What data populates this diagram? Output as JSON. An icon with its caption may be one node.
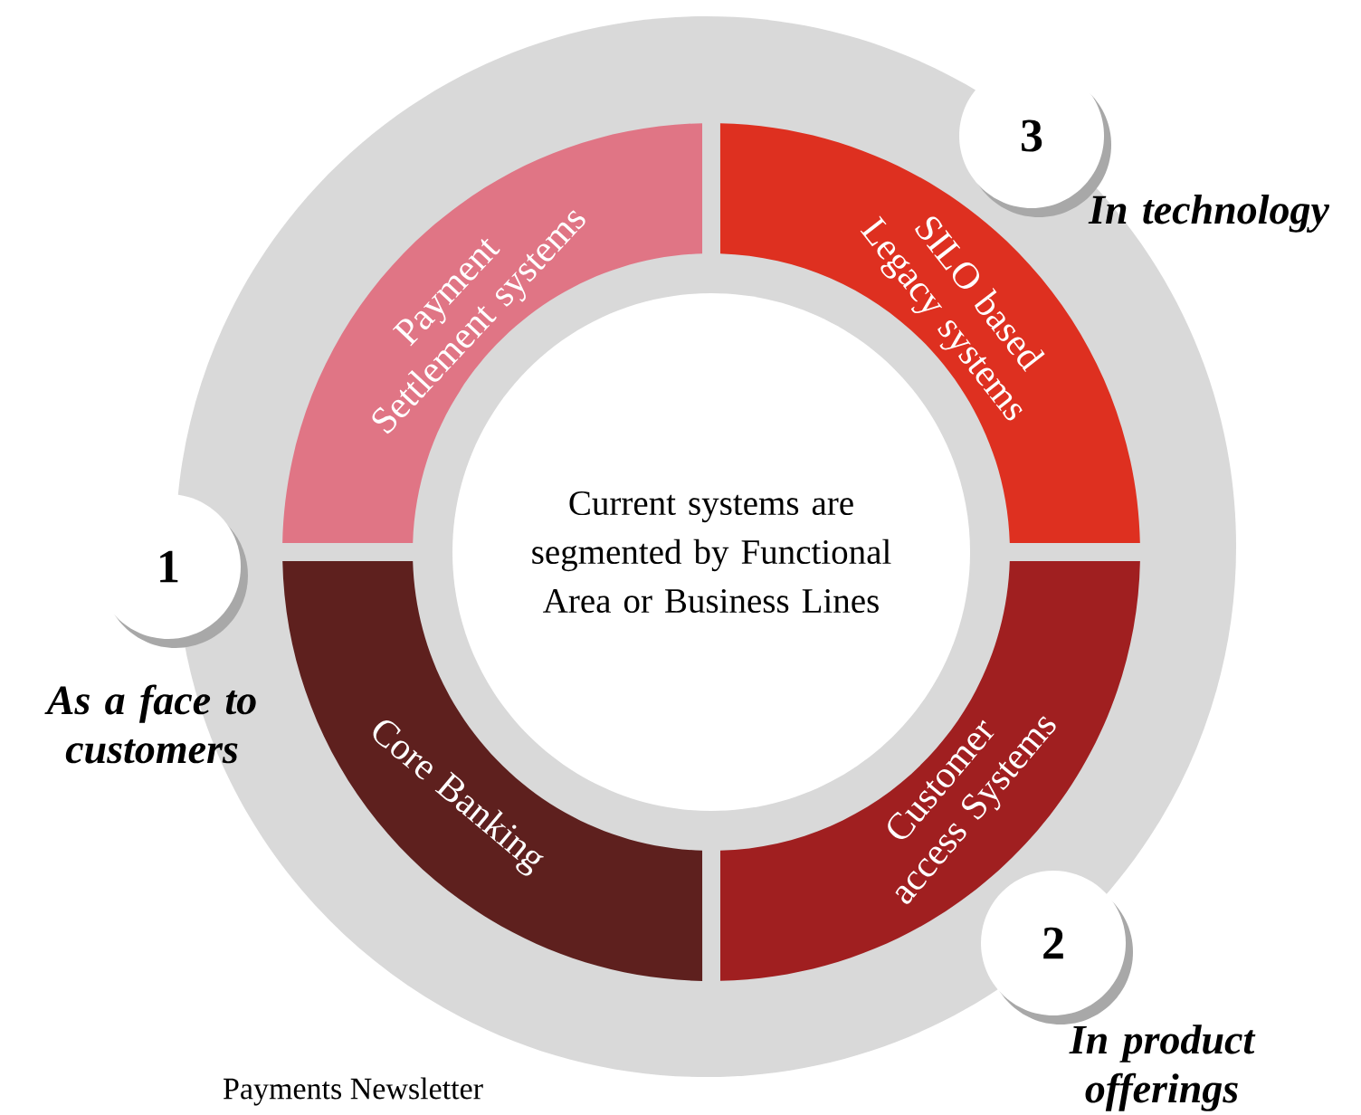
{
  "diagram": {
    "nodes": [
      {
        "text": [
          "3"
        ],
        "beside": [
          "In technology"
        ]
      },
      {
        "text": [
          "Payment Settlement systems"
        ]
      },
      {
        "text": [
          "SILO based Legacy systems"
        ]
      },
      {
        "text": [
          "Current systems are segmented by Functional Area or Business Lines"
        ]
      },
      {
        "text": [
          "1"
        ],
        "beside": [
          "As a face to customers"
        ]
      },
      {
        "text": [
          "Core Banking"
        ]
      },
      {
        "text": [
          "Customer access Systems"
        ]
      },
      {
        "text": [
          "2"
        ],
        "beside": [
          "In product offerings"
        ]
      }
    ],
    "labels": [
      "Payments Newsletter"
    ]
  }
}
